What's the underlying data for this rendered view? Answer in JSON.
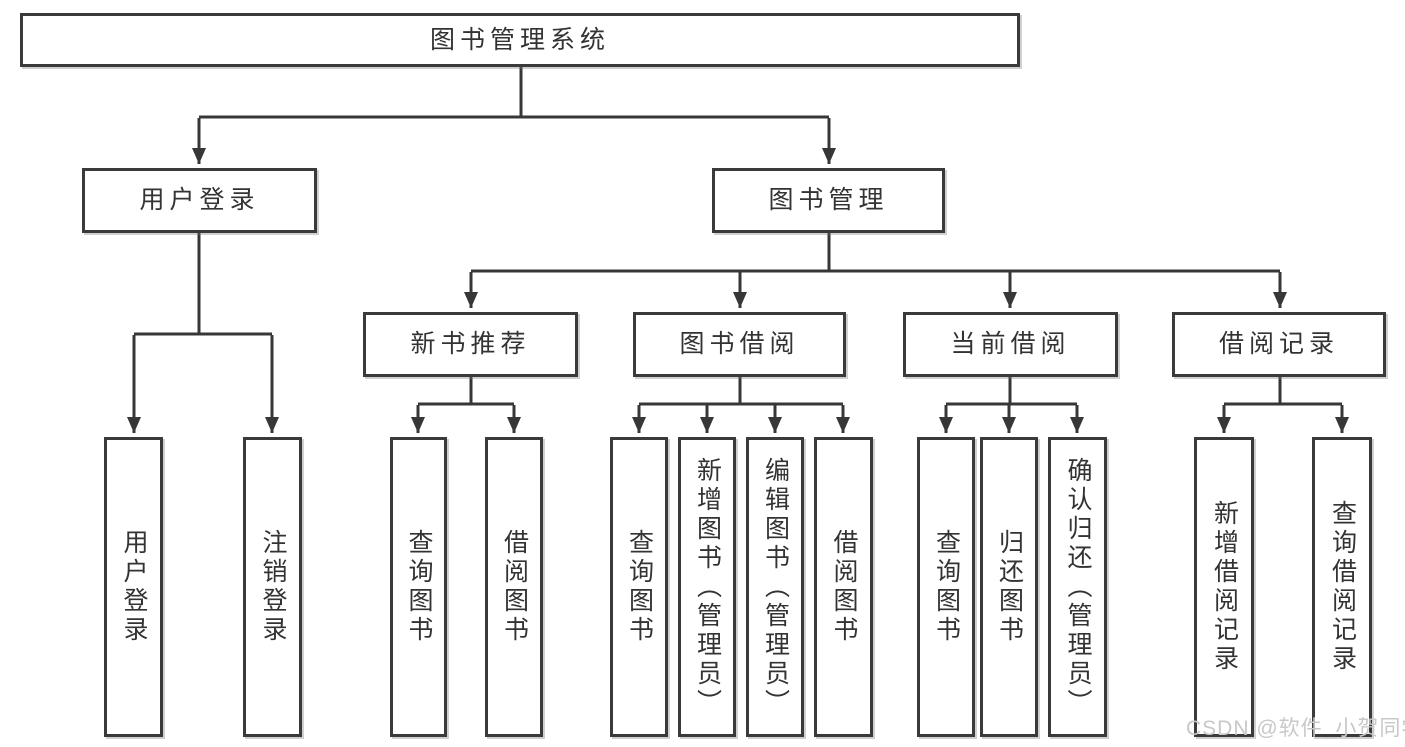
{
  "diagram": {
    "root": {
      "label": "图书管理系统"
    },
    "branches": [
      {
        "label": "用户登录",
        "children": [
          {
            "label": "用户登录"
          },
          {
            "label": "注销登录"
          }
        ]
      },
      {
        "label": "图书管理",
        "children": [
          {
            "label": "新书推荐",
            "children": [
              {
                "label": "查询图书"
              },
              {
                "label": "借阅图书"
              }
            ]
          },
          {
            "label": "图书借阅",
            "children": [
              {
                "label": "查询图书"
              },
              {
                "label": "新增图书（管理员）"
              },
              {
                "label": "编辑图书（管理员）"
              },
              {
                "label": "借阅图书"
              }
            ]
          },
          {
            "label": "当前借阅",
            "children": [
              {
                "label": "查询图书"
              },
              {
                "label": "归还图书"
              },
              {
                "label": "确认归还（管理员）"
              }
            ]
          },
          {
            "label": "借阅记录",
            "children": [
              {
                "label": "新增借阅记录"
              },
              {
                "label": "查询借阅记录"
              }
            ]
          }
        ]
      }
    ]
  },
  "watermark": {
    "text": "CSDN @软件_小贺同学"
  },
  "colors": {
    "line": "#373737",
    "border": "#3a3a3a",
    "text": "#333333",
    "background": "#ffffff",
    "watermark": "#c8c8c8"
  }
}
